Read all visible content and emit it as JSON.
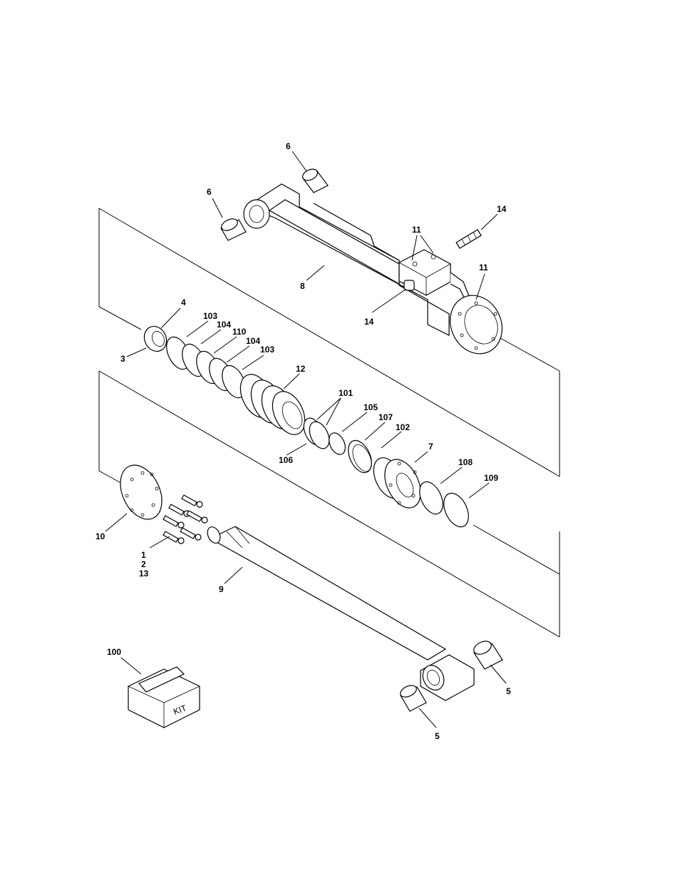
{
  "figure": {
    "callouts": [
      {
        "id": "c6a",
        "label": "6"
      },
      {
        "id": "c6b",
        "label": "6"
      },
      {
        "id": "c14a",
        "label": "14"
      },
      {
        "id": "c11a",
        "label": "11"
      },
      {
        "id": "c11b",
        "label": "11"
      },
      {
        "id": "c8",
        "label": "8"
      },
      {
        "id": "c14b",
        "label": "14"
      },
      {
        "id": "c4",
        "label": "4"
      },
      {
        "id": "c3",
        "label": "3"
      },
      {
        "id": "c103a",
        "label": "103"
      },
      {
        "id": "c104a",
        "label": "104"
      },
      {
        "id": "c110",
        "label": "110"
      },
      {
        "id": "c104b",
        "label": "104"
      },
      {
        "id": "c103b",
        "label": "103"
      },
      {
        "id": "c12",
        "label": "12"
      },
      {
        "id": "c101",
        "label": "101"
      },
      {
        "id": "c105",
        "label": "105"
      },
      {
        "id": "c107",
        "label": "107"
      },
      {
        "id": "c102",
        "label": "102"
      },
      {
        "id": "c106",
        "label": "106"
      },
      {
        "id": "c7",
        "label": "7"
      },
      {
        "id": "c108",
        "label": "108"
      },
      {
        "id": "c109",
        "label": "109"
      },
      {
        "id": "c10",
        "label": "10"
      },
      {
        "id": "c1",
        "label": "1"
      },
      {
        "id": "c2",
        "label": "2"
      },
      {
        "id": "c13",
        "label": "13"
      },
      {
        "id": "c9",
        "label": "9"
      },
      {
        "id": "c100",
        "label": "100"
      },
      {
        "id": "c5a",
        "label": "5"
      },
      {
        "id": "c5b",
        "label": "5"
      }
    ],
    "kit_box_label": "KIT"
  }
}
